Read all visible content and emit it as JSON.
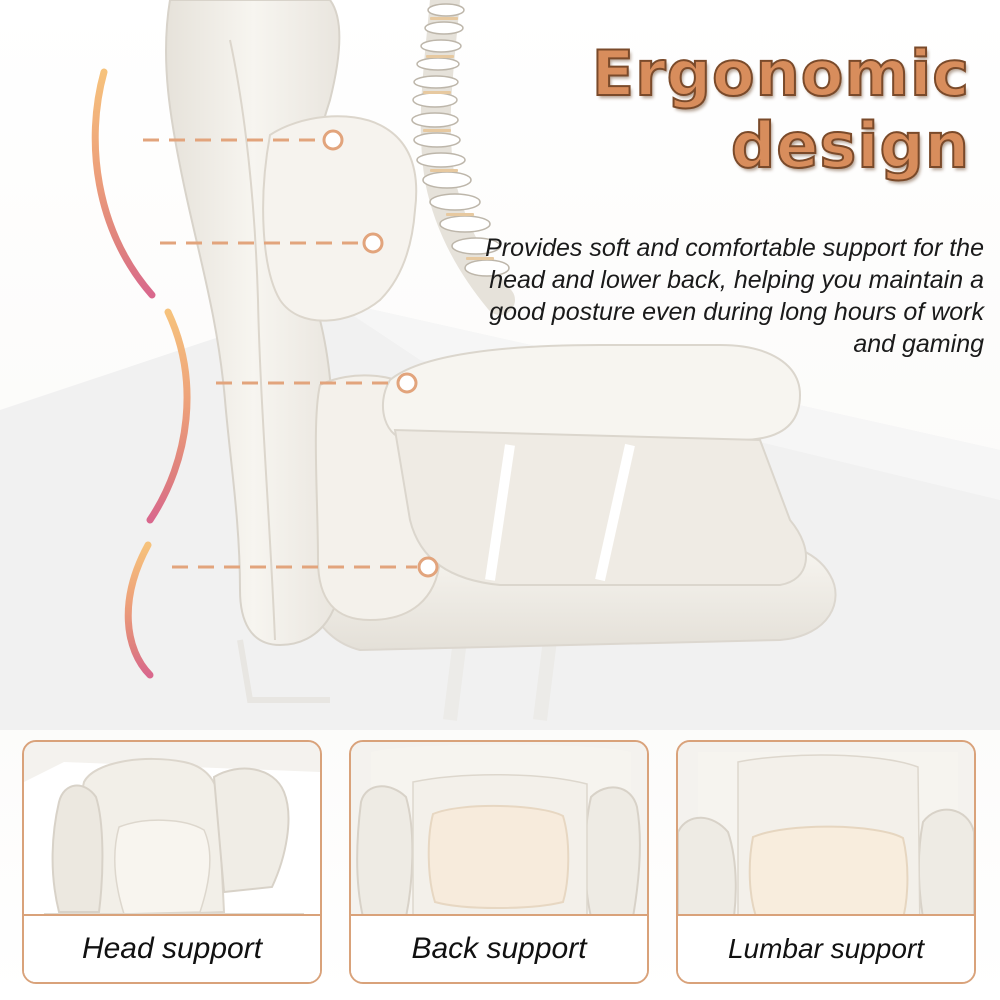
{
  "heading": {
    "line1": "Ergonomic",
    "line2": "design"
  },
  "description": "Provides soft and comfortable support for the head and lower back, helping you maintain a good posture even during long hours of work and gaming",
  "features": [
    {
      "label": "Head support"
    },
    {
      "label": "Back support"
    },
    {
      "label": "Lumbar support"
    }
  ],
  "colors": {
    "heading": "#d88d5c",
    "heading_outline": "#7a4a2a",
    "callout": "#e2a47c",
    "spine_curve_top": "#f2b36e",
    "spine_curve_bottom": "#d96a8a",
    "card_border": "#d9a27a",
    "chair": "#f3f0ea"
  }
}
